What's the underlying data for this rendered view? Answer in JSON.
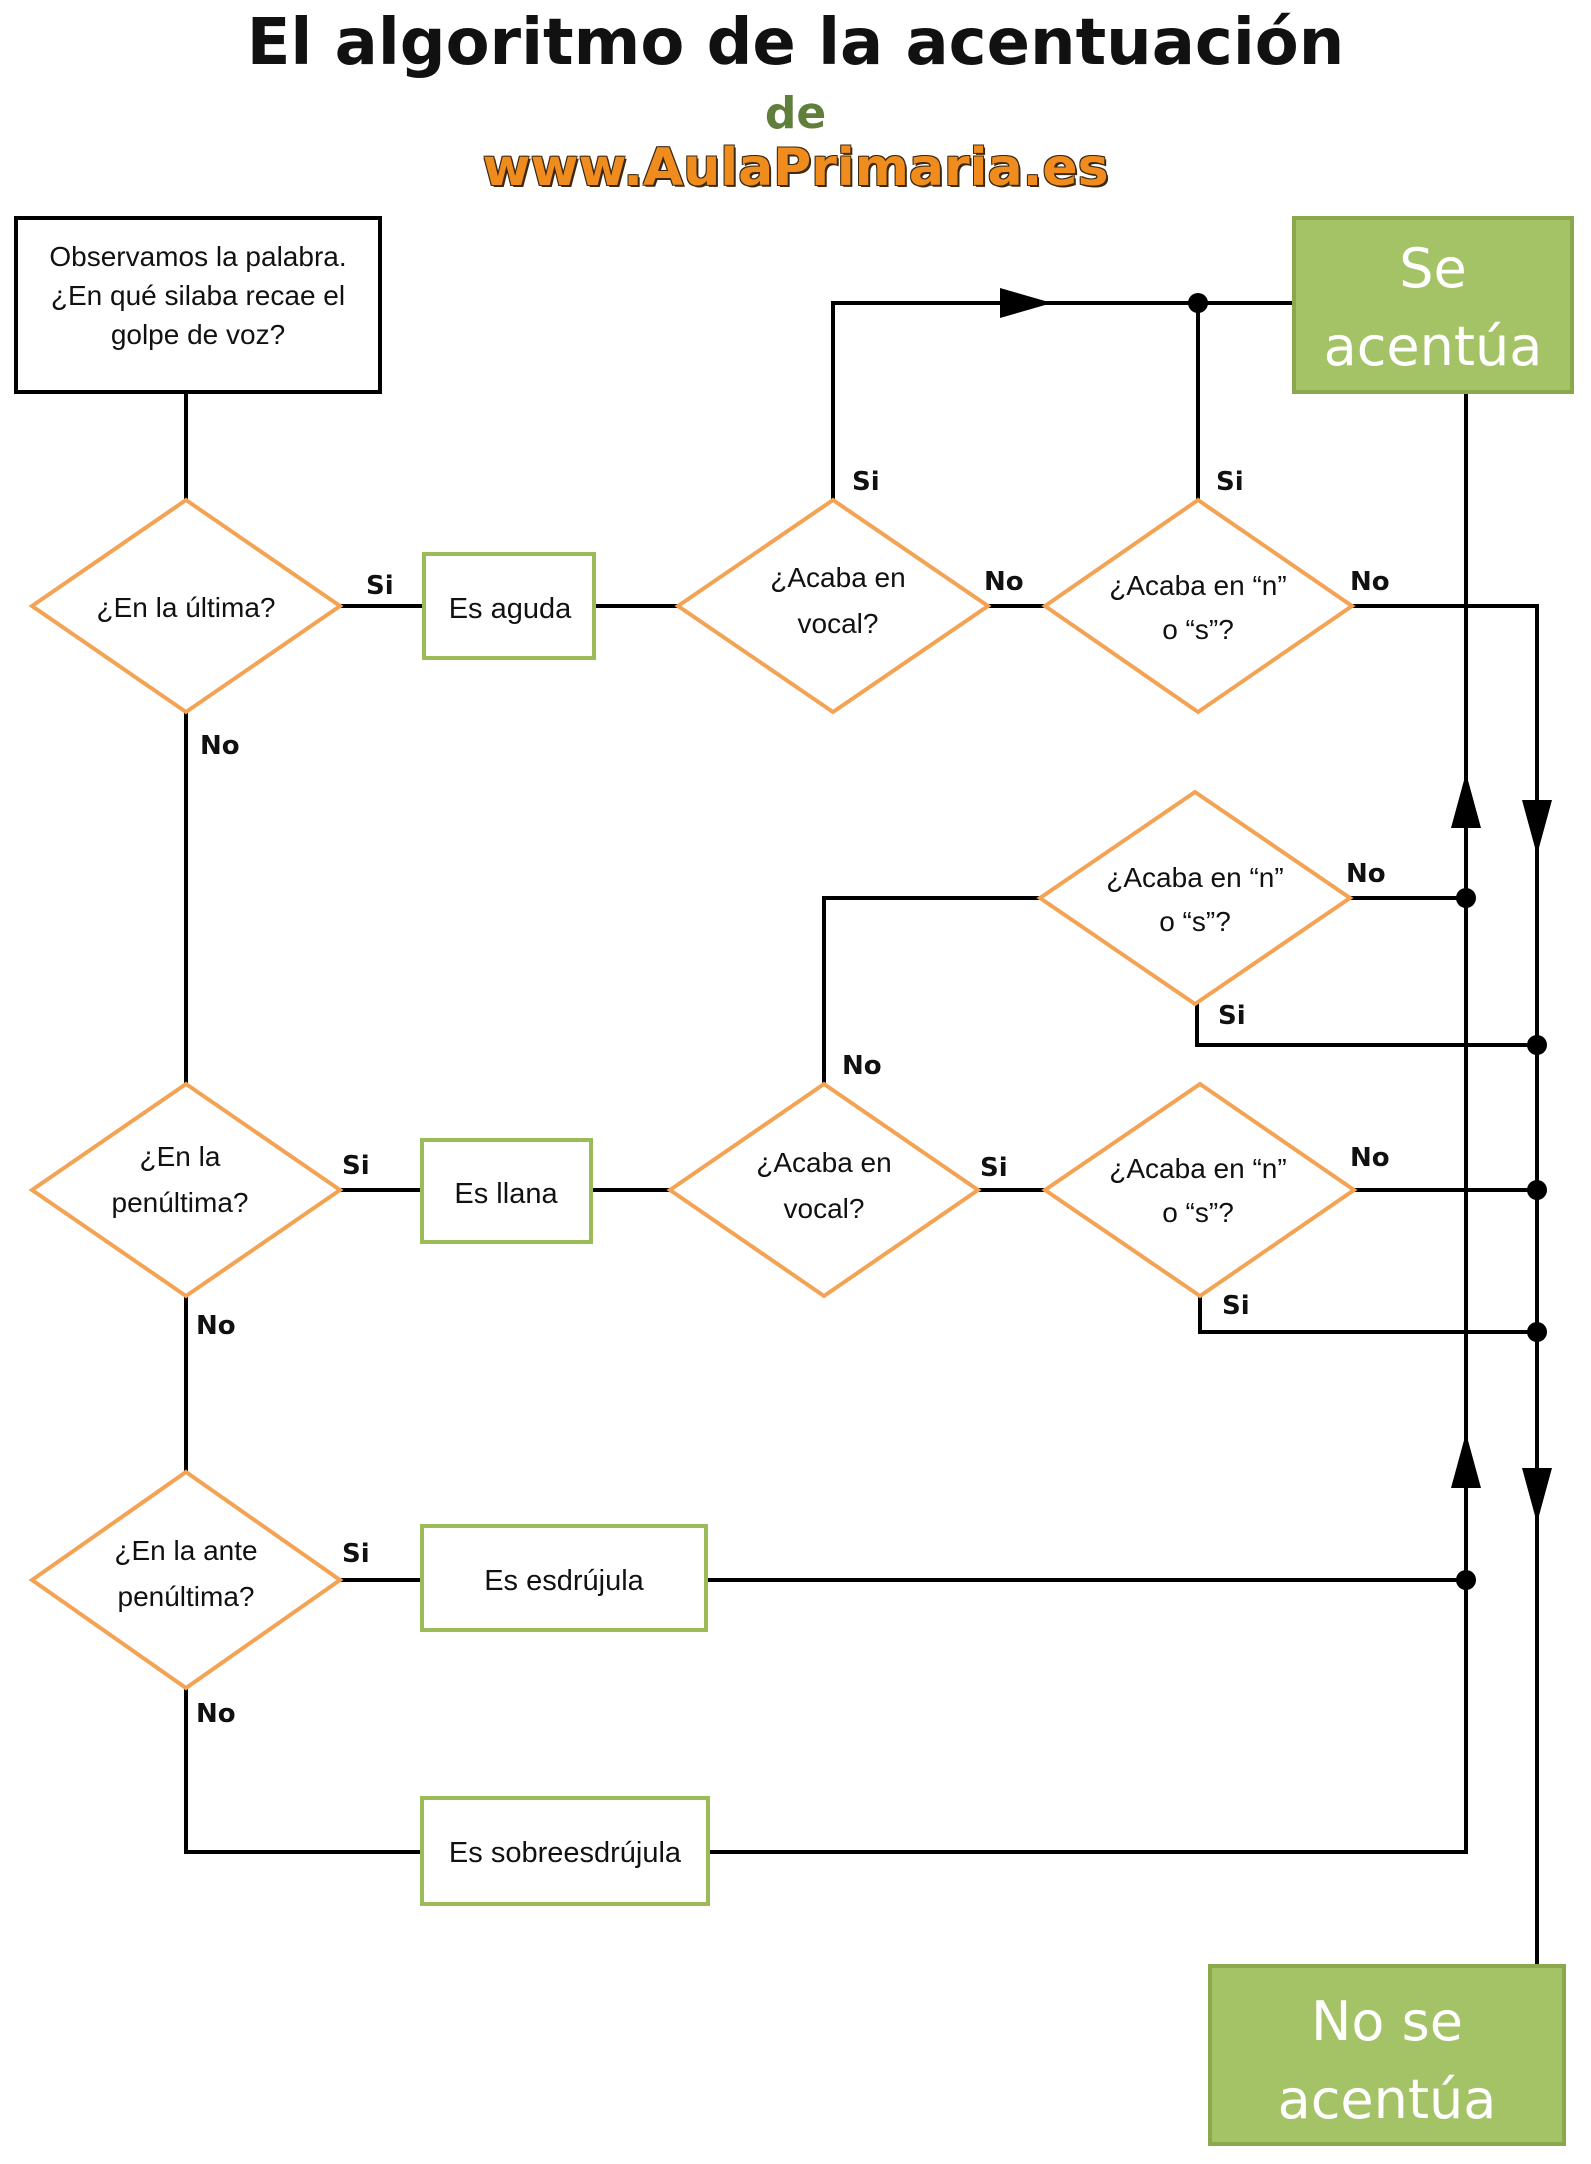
{
  "header": {
    "title": "El algoritmo de la acentuación",
    "de": "de",
    "site": "www.AulaPrimaria.es"
  },
  "colors": {
    "diamond_stroke": "#f4a253",
    "green_box_stroke": "#9bbb59",
    "green_fill": "#a4c266",
    "line": "#000000"
  },
  "nodes": {
    "start": [
      "Observamos la palabra.",
      "¿En qué silaba recae el",
      "golpe de voz?"
    ],
    "q_ultima": [
      "¿En la última?"
    ],
    "es_aguda": [
      "Es aguda"
    ],
    "q_vocal_aguda": [
      "¿Acaba en",
      "vocal?"
    ],
    "q_ns_aguda": [
      "¿Acaba en “n”",
      "o “s”?"
    ],
    "se_acentua": [
      "Se",
      "acentúa"
    ],
    "q_penultima": [
      "¿En la",
      "penúltima?"
    ],
    "es_llana": [
      "Es llana"
    ],
    "q_vocal_llana": [
      "¿Acaba en",
      "vocal?"
    ],
    "q_ns_llana_no": [
      "¿Acaba en “n”",
      "o “s”?"
    ],
    "q_ns_llana_si": [
      "¿Acaba en “n”",
      "o “s”?"
    ],
    "q_antepenultima": [
      "¿En la ante",
      "penúltima?"
    ],
    "es_esdrujula": [
      "Es esdrújula"
    ],
    "es_sobreesdrujula": [
      "Es sobreesdrújula"
    ],
    "no_se_acentua": [
      "No se",
      "acentúa"
    ]
  },
  "edge_labels": {
    "ultima_si": "Si",
    "ultima_no": "No",
    "vocal_aguda_si": "Si",
    "vocal_aguda_no": "No",
    "ns_aguda_si": "Si",
    "ns_aguda_no": "No",
    "ns_llana_no_no": "No",
    "ns_llana_no_si": "Si",
    "vocal_llana_no": "No",
    "vocal_llana_si": "Si",
    "ns_llana_si_no": "No",
    "ns_llana_si_si": "Si",
    "penultima_si": "Si",
    "penultima_no": "No",
    "ante_si": "Si",
    "ante_no": "No"
  }
}
